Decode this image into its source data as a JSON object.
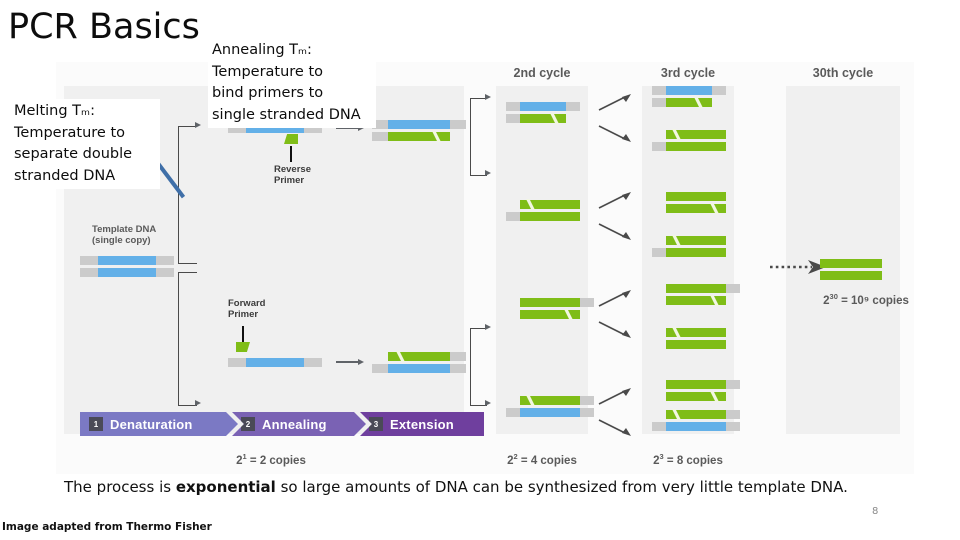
{
  "slide": {
    "title": "PCR Basics",
    "page_number": "8",
    "credit": "Image adapted from Thermo Fisher",
    "caption_prefix": "The process is ",
    "caption_bold": "exponential",
    "caption_suffix": " so large amounts of DNA can be synthesized from very little template DNA."
  },
  "callouts": {
    "melting": "Melting Tₘ:\nTemperature to\nseparate double\nstranded DNA",
    "annealing": "Annealing Tₘ:\nTemperature to\nbind primers to\nsingle stranded DNA"
  },
  "diagram": {
    "template_label": "Template DNA\n(single copy)",
    "reverse_primer_label": "Reverse\nPrimer",
    "forward_primer_label": "Forward\nPrimer",
    "stages": [
      {
        "num": "1",
        "label": "Denaturation"
      },
      {
        "num": "2",
        "label": "Annealing"
      },
      {
        "num": "3",
        "label": "Extension"
      }
    ],
    "cycle_headers": [
      {
        "label": "2nd cycle"
      },
      {
        "label": "3rd cycle"
      },
      {
        "label": "30th cycle"
      }
    ],
    "copies": [
      {
        "base": "2",
        "exp": "1",
        "text": " = 2 copies"
      },
      {
        "base": "2",
        "exp": "2",
        "text": " = 4 copies"
      },
      {
        "base": "2",
        "exp": "3",
        "text": " = 8 copies"
      },
      {
        "base": "2",
        "exp": "30",
        "text": " = 10⁹ copies"
      }
    ],
    "colors": {
      "template_blue": "#63b0e8",
      "new_strand_green": "#7fbd17",
      "flank_gray": "#cbcbcb",
      "panel": "#f0f0f0",
      "backdrop": "#fbfbfb",
      "stagebar_start": "#7b79c4",
      "stagebar_end": "#6f3f9e",
      "pointer_blue": "#3f6fa8",
      "arrow_gray": "#5f6368"
    }
  }
}
